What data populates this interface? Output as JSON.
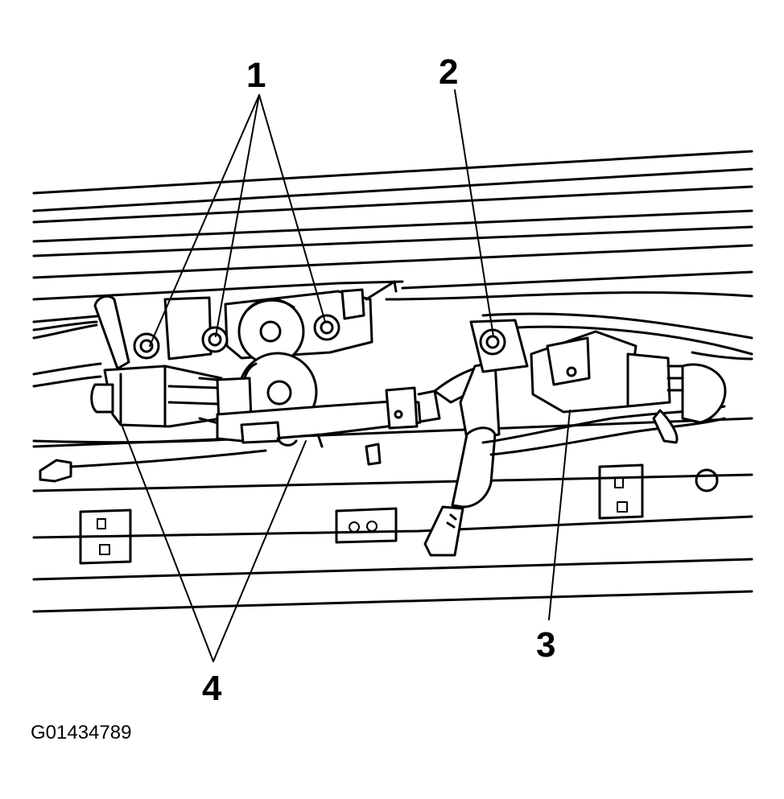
{
  "figure": {
    "id_text": "G01434789"
  },
  "callouts": [
    {
      "key": "c1",
      "label": "1"
    },
    {
      "key": "c2",
      "label": "2"
    },
    {
      "key": "c3",
      "label": "3"
    },
    {
      "key": "c4",
      "label": "4"
    }
  ]
}
